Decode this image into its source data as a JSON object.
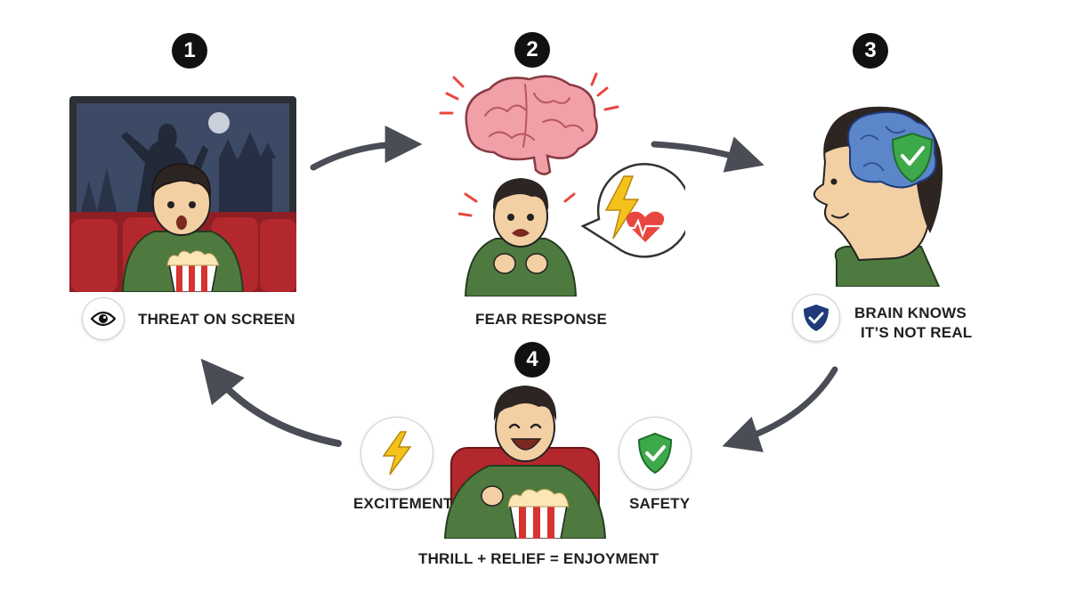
{
  "steps": [
    {
      "number": "1",
      "label": "THREAT ON SCREEN",
      "icon": "eye-icon"
    },
    {
      "number": "2",
      "label": "FEAR RESPONSE",
      "icon": "lightning-heart-icon"
    },
    {
      "number": "3",
      "label_line1": "BRAIN KNOWS",
      "label_line2": "IT’S NOT REAL",
      "icon": "shield-icon"
    },
    {
      "number": "4",
      "label_left": "EXCITEMENT",
      "label_right": "SAFETY",
      "caption": "THRILL + RELIEF = ENJOYMENT",
      "icon_left": "lightning-icon",
      "icon_right": "shield-check-icon"
    }
  ],
  "colors": {
    "arrow": "#4a4d55",
    "hoodie": "#4f7a3f",
    "seat": "#b3282d",
    "brain_pink": "#f2a0a8",
    "brain_blue": "#5b86c9",
    "shield_green": "#3ea94a",
    "shield_navy": "#1f3a78",
    "lightning": "#f4c21b",
    "heart": "#e8473f",
    "skin": "#f3cfa4"
  }
}
